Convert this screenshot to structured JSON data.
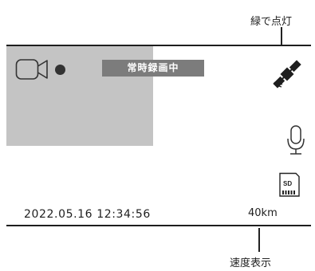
{
  "annotations": {
    "gps_note": "緑で点灯",
    "speed_note": "速度表示"
  },
  "screen": {
    "status_label": "常時録画中",
    "datetime": "2022.05.16 12:34:56",
    "speed": "40km",
    "sd_label": "SD"
  },
  "icons": {
    "camera": "video-camera-icon",
    "record": "record-dot-icon",
    "gps": "satellite-icon",
    "mic": "microphone-icon",
    "sd": "sd-card-icon"
  },
  "colors": {
    "panel_gray": "#c4c4c4",
    "status_pill": "#7c7c7c",
    "outline": "#1e1e1e"
  }
}
